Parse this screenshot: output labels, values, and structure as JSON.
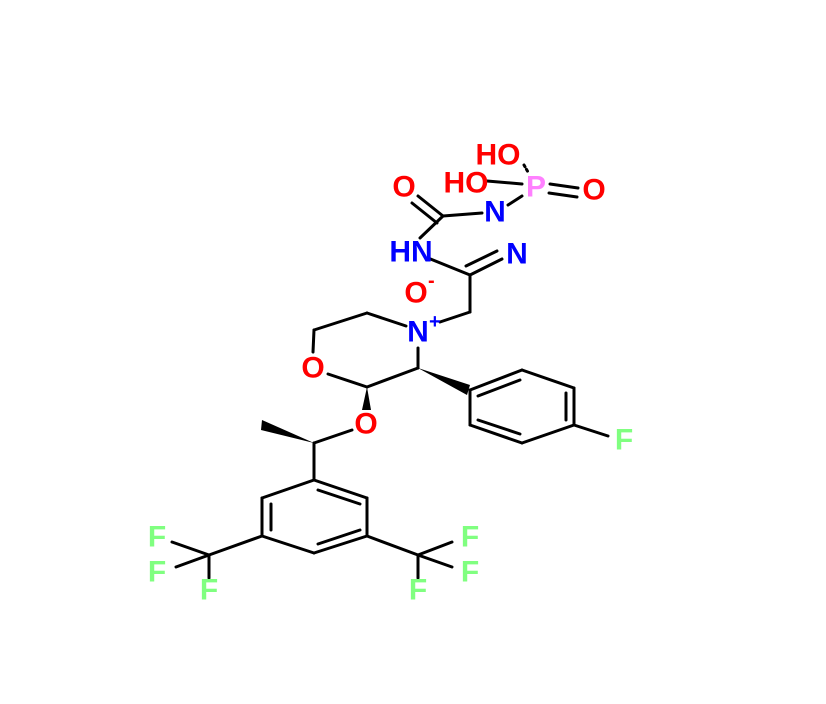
{
  "title": "Fosaprepitant N-oxide structure",
  "colors": {
    "O": "#ff0000",
    "N": "#0000ff",
    "P": "#ff80ff",
    "F": "#80ff80",
    "bond": "#000000"
  },
  "atoms": {
    "o_carbonyl": "O",
    "hn": "HN",
    "n_triazole": "N",
    "n_phos": "N",
    "p": "P",
    "o_p_double": "O",
    "ho1": "HO",
    "ho2": "HO",
    "o_minus": "O",
    "o_minus_charge": "-",
    "n_plus": "N",
    "n_plus_charge": "+",
    "o_morph": "O",
    "o_ether": "O",
    "f_para": "F",
    "f1": "F",
    "f2": "F",
    "f3": "F",
    "f4": "F",
    "f5": "F",
    "f6": "F"
  }
}
